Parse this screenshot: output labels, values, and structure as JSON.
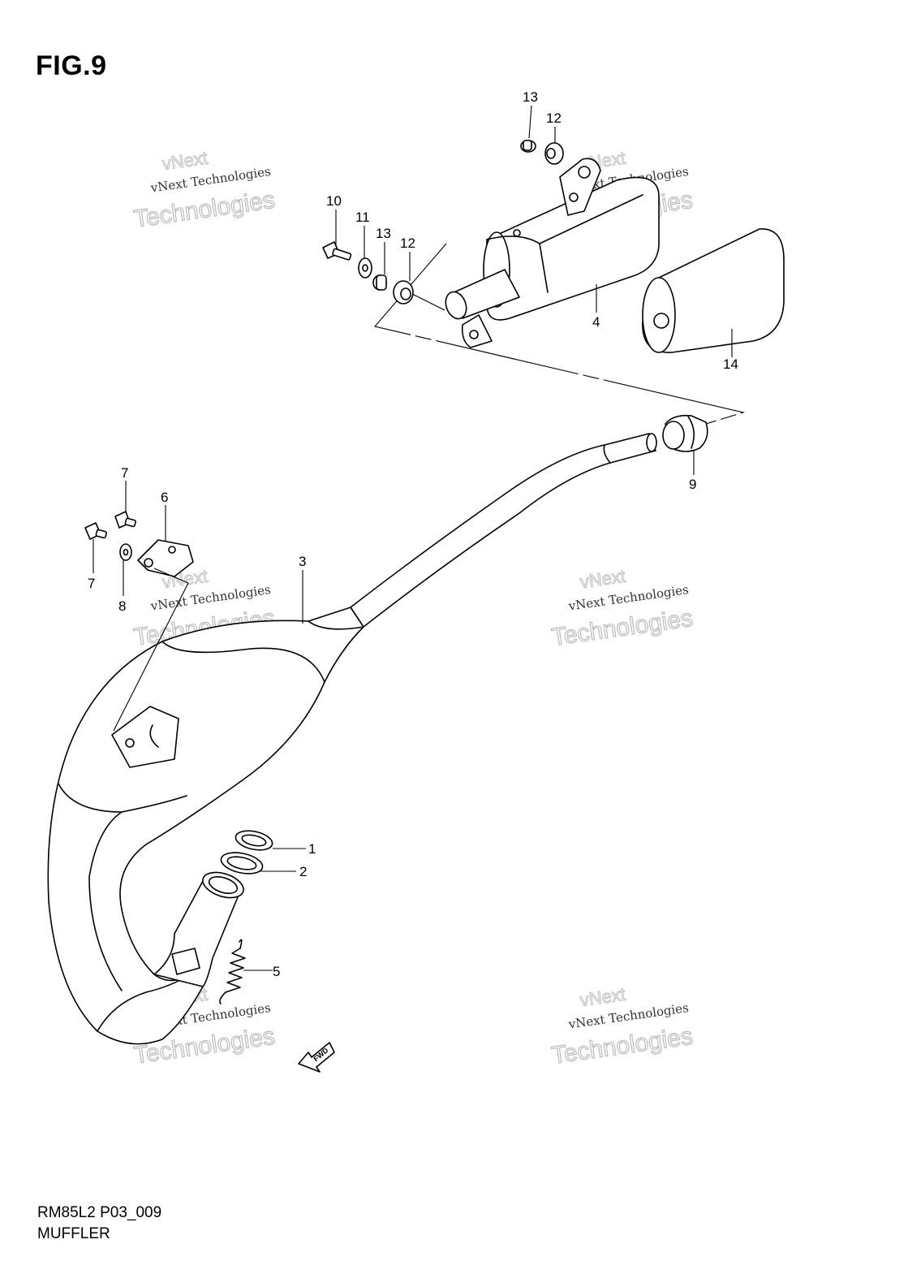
{
  "figure_title": "FIG.9",
  "footer": {
    "diagram_code": "RM85L2 P03_009",
    "section_name": "MUFFLER"
  },
  "watermark": {
    "line1": "vNext",
    "line2": "vNext Technologies",
    "line3": "Technologies"
  },
  "fwd_label": "FWD",
  "callouts": [
    "1",
    "2",
    "3",
    "4",
    "5",
    "6",
    "7",
    "7",
    "8",
    "9",
    "10",
    "11",
    "12",
    "12",
    "13",
    "13",
    "14"
  ]
}
